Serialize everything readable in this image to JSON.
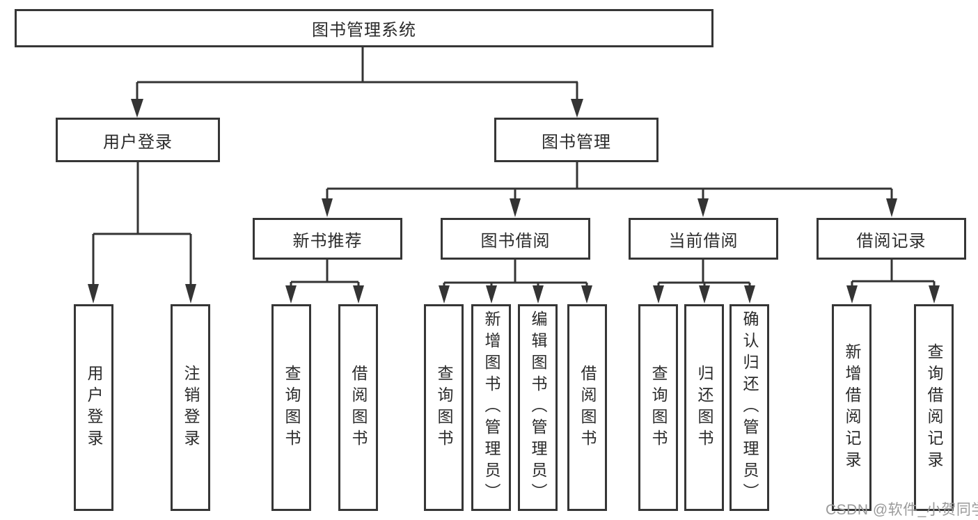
{
  "colors": {
    "line": "#343434",
    "box_border": "#363636",
    "text": "#2b2b2b",
    "watermark": "#9a9a9a",
    "background": "#ffffff"
  },
  "watermark": "CSDN @软件_小贺同学",
  "tree": {
    "root": "图书管理系统",
    "branches": [
      {
        "label": "用户登录",
        "children": [
          "用户登录",
          "注销登录"
        ]
      },
      {
        "label": "图书管理",
        "children": [
          {
            "label": "新书推荐",
            "children": [
              "查询图书",
              "借阅图书"
            ]
          },
          {
            "label": "图书借阅",
            "children": [
              "查询图书",
              "新增图书（管理员）",
              "编辑图书（管理员）",
              "借阅图书"
            ]
          },
          {
            "label": "当前借阅",
            "children": [
              "查询图书",
              "归还图书",
              "确认归还（管理员）"
            ]
          },
          {
            "label": "借阅记录",
            "children": [
              "新增借阅记录",
              "查询借阅记录"
            ]
          }
        ]
      }
    ]
  }
}
